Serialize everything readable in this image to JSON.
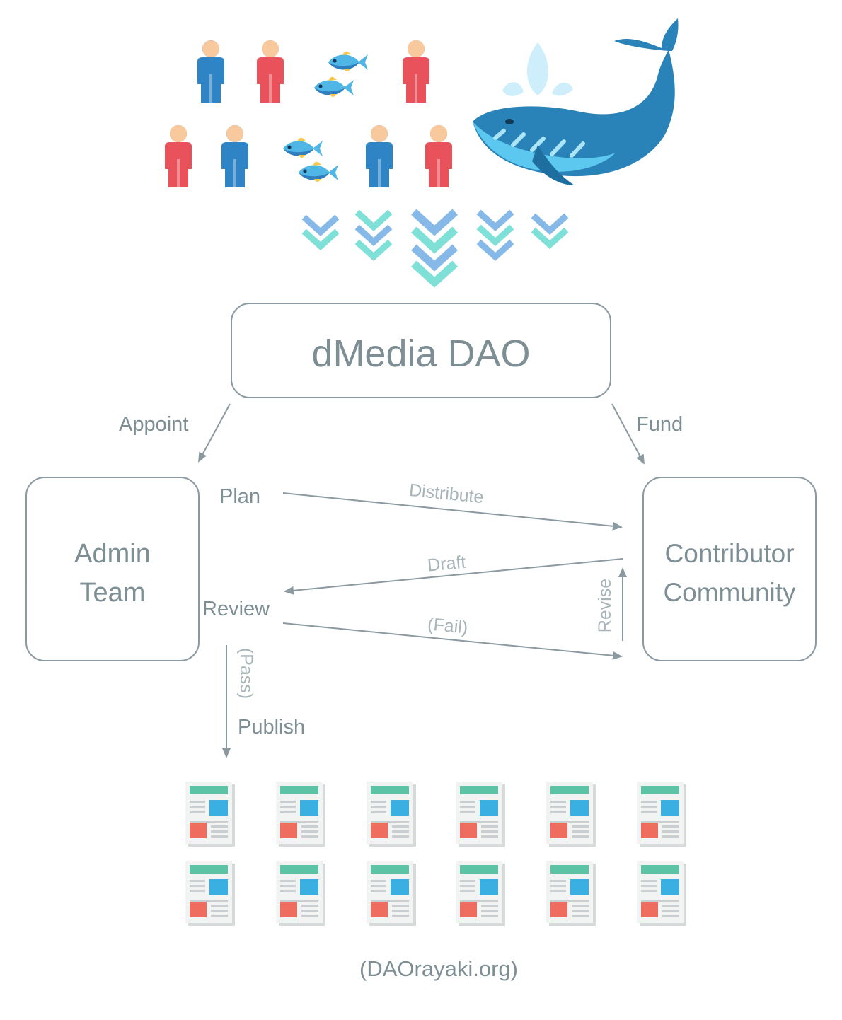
{
  "nodes": {
    "dao": {
      "title": "dMedia DAO"
    },
    "admin": {
      "line1": "Admin",
      "line2": "Team"
    },
    "contributor": {
      "line1": "Contributor",
      "line2": "Community"
    }
  },
  "stages": {
    "plan": "Plan",
    "review": "Review",
    "publish": "Publish"
  },
  "edges": {
    "appoint": "Appoint",
    "fund": "Fund",
    "distribute": "Distribute",
    "draft": "Draft",
    "fail": "(Fail)",
    "revise": "Revise",
    "pass": "(Pass)"
  },
  "caption": "(DAOrayaki.org)",
  "icons": {
    "members": [
      "person-blue-icon",
      "person-red-icon",
      "fish-pair-icon",
      "whale-icon"
    ],
    "flow": "chevron-down-icon",
    "output": "article-document-icon"
  },
  "colors": {
    "person_blue": "#2e84c4",
    "person_red": "#e9525a",
    "skin": "#f7c99c",
    "whale": "#2a83b8",
    "whale_light": "#5dc8ef",
    "chevron_teal": "#7fe0d8",
    "chevron_blue": "#86b9e8",
    "doc_green": "#5cc3a6",
    "doc_blue": "#3ab0e2",
    "doc_red": "#ef6d5e",
    "line": "#8a9aa0",
    "text": "#7d8f94"
  }
}
